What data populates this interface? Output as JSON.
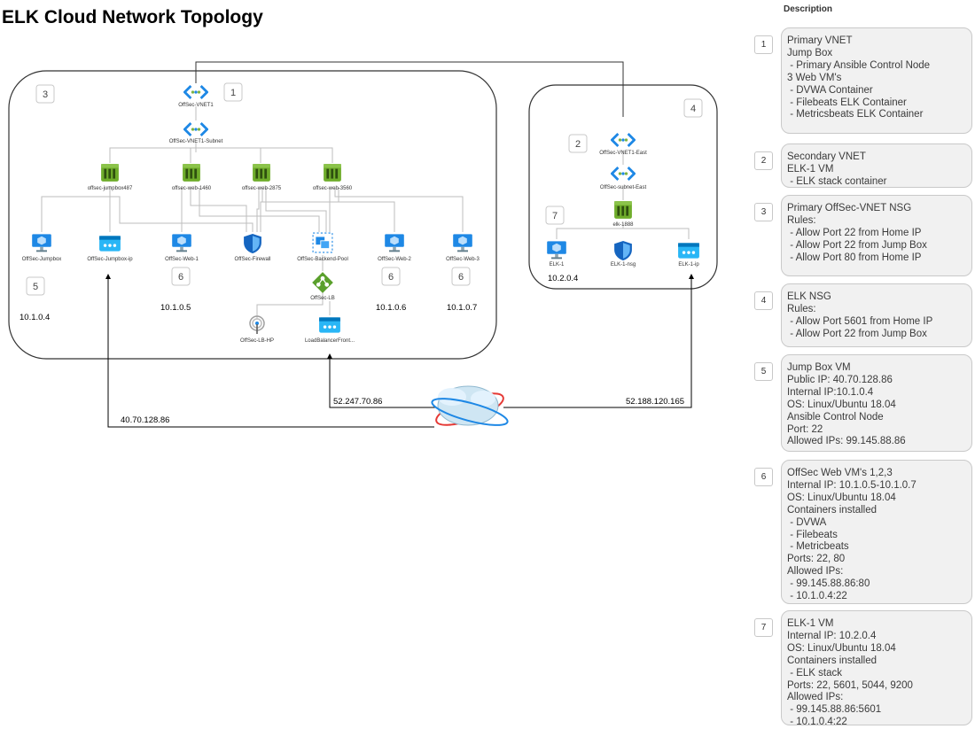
{
  "title": "ELK Cloud Network Topology",
  "description_header": "Description",
  "colors": {
    "vm": "#1e88e5",
    "nic": "#74b32c",
    "nsg": "#1565c0",
    "lb": "#5aa02c",
    "cloud": "#bcd9ea"
  },
  "diagram": {
    "labels": {
      "vnet1": "OffSec-VNET1",
      "subnet1": "OffSec-VNET1-Subnet",
      "nic_jump": "offsec-jumpbox487",
      "nic_web1": "offsec-web-1460",
      "nic_web2": "offsec-web-2875",
      "nic_web3": "offsec-web-3560",
      "vm_jump": "OffSec-Jumpbox",
      "ip_jump": "OffSec-Jumpbox-ip",
      "vm_web1": "OffSec-Web-1",
      "firewall": "OffSec-Firewall",
      "backend_pool": "OffSec-Backend-Pool",
      "vm_web2": "OffSec-Web-2",
      "vm_web3": "OffSec-Web-3",
      "lb": "OffSec-LB",
      "lb_hp": "OffSec-LB-HP",
      "lb_front": "LoadBalancerFront...",
      "vnet_east": "OffSec-VNET1-East",
      "subnet_east": "OffSec-subnet-East",
      "nic_elk": "elk-1888",
      "vm_elk": "ELK-1",
      "nsg_elk": "ELK-1-nsg",
      "ip_elk": "ELK-1-ip"
    },
    "numbers": {
      "n1": "1",
      "n2": "2",
      "n3": "3",
      "n4": "4",
      "n5": "5",
      "n6a": "6",
      "n6b": "6",
      "n6c": "6",
      "n7": "7"
    },
    "ips": {
      "jump": "10.1.0.4",
      "web1": "10.1.0.5",
      "web2": "10.1.0.6",
      "web3": "10.1.0.7",
      "elk": "10.2.0.4",
      "public_jump": "40.70.128.86",
      "public_lb": "52.247.70.86",
      "public_elk": "52.188.120.165"
    }
  },
  "descriptions": [
    {
      "num": "1",
      "lines": [
        "Primary VNET",
        "Jump Box",
        " - Primary Ansible Control Node",
        "3 Web VM's",
        " - DVWA Container",
        " - Filebeats ELK Container",
        " - Metricsbeats ELK Container"
      ]
    },
    {
      "num": "2",
      "lines": [
        "Secondary VNET",
        "ELK-1 VM",
        " - ELK stack container"
      ]
    },
    {
      "num": "3",
      "lines": [
        "Primary OffSec-VNET NSG",
        "Rules:",
        " - Allow Port 22 from Home IP",
        " - Allow Port 22 from Jump Box",
        " - Allow Port 80 from Home IP"
      ]
    },
    {
      "num": "4",
      "lines": [
        "ELK NSG",
        "Rules:",
        " - Allow Port 5601 from Home IP",
        " - Allow Port 22 from Jump Box"
      ]
    },
    {
      "num": "5",
      "lines": [
        "Jump Box VM",
        "Public IP: 40.70.128.86",
        "Internal IP:10.1.0.4",
        "OS: Linux/Ubuntu 18.04",
        "Ansible Control Node",
        "Port: 22",
        "Allowed IPs: 99.145.88.86"
      ]
    },
    {
      "num": "6",
      "lines": [
        "OffSec Web VM's 1,2,3",
        "Internal IP: 10.1.0.5-10.1.0.7",
        "OS: Linux/Ubuntu 18.04",
        "Containers installed",
        " - DVWA",
        " - Filebeats",
        " - Metricbeats",
        "Ports: 22, 80",
        "Allowed IPs:",
        " - 99.145.88.86:80",
        " - 10.1.0.4:22"
      ]
    },
    {
      "num": "7",
      "lines": [
        "ELK-1 VM",
        "Internal IP: 10.2.0.4",
        "OS: Linux/Ubuntu 18.04",
        "Containers installed",
        " - ELK stack",
        "Ports: 22, 5601, 5044, 9200",
        "Allowed IPs:",
        " - 99.145.88.86:5601",
        " - 10.1.0.4:22"
      ]
    }
  ]
}
